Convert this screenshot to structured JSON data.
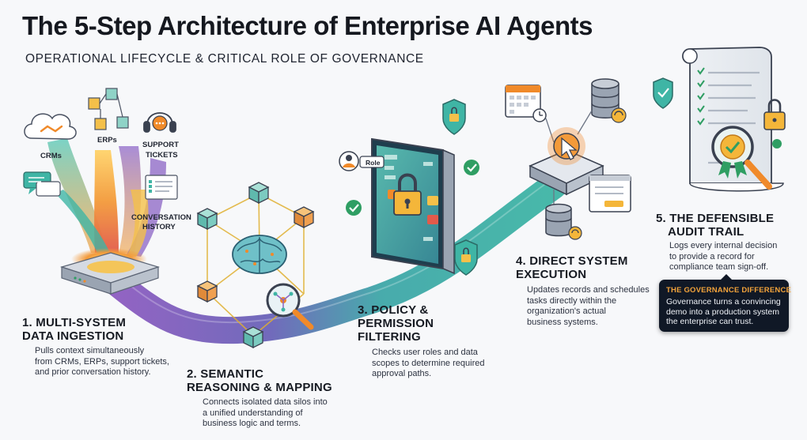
{
  "header": {
    "title": "The 5-Step Architecture of Enterprise AI Agents",
    "subtitle": "OPERATIONAL LIFECYCLE & CRITICAL ROLE OF GOVERNANCE"
  },
  "sources": {
    "crm": "CRMs",
    "erp": "ERPs",
    "support": [
      "SUPPORT",
      "TICKETS"
    ],
    "history": [
      "CONVERSATION",
      "HISTORY"
    ]
  },
  "role_badge": "Role",
  "steps": [
    {
      "title_lines": [
        "1. MULTI-SYSTEM",
        "DATA INGESTION"
      ],
      "desc_lines": [
        "Pulls context simultaneously",
        "from CRMs, ERPs, support tickets,",
        "and prior conversation history."
      ]
    },
    {
      "title_lines": [
        "2. SEMANTIC",
        "REASONING & MAPPING"
      ],
      "desc_lines": [
        "Connects isolated data silos into",
        "a unified understanding of",
        "business logic and terms."
      ]
    },
    {
      "title_lines": [
        "3. POLICY &",
        "PERMISSION",
        "FILTERING"
      ],
      "desc_lines": [
        "Checks user roles and data",
        "scopes to determine required",
        "approval paths."
      ]
    },
    {
      "title_lines": [
        "4. DIRECT SYSTEM",
        "EXECUTION"
      ],
      "desc_lines": [
        "Updates records and schedules",
        "tasks directly within the",
        "organization's actual",
        "business systems."
      ]
    },
    {
      "title_lines": [
        "5. THE DEFENSIBLE",
        "AUDIT TRAIL"
      ],
      "desc_lines": [
        "Logs every internal decision",
        "to provide a record for",
        "compliance team sign-off."
      ]
    }
  ],
  "callout": {
    "title": "THE GOVERNANCE DIFFERENCE",
    "body": "Governance turns a convincing demo into a production system the enterprise can trust."
  },
  "colors": {
    "teal": "#3fb5a5",
    "purple": "#7a5bb0",
    "orange": "#f08a2a",
    "green": "#2f9e63",
    "navy": "#101826",
    "accent_text": "#f3a33a"
  }
}
